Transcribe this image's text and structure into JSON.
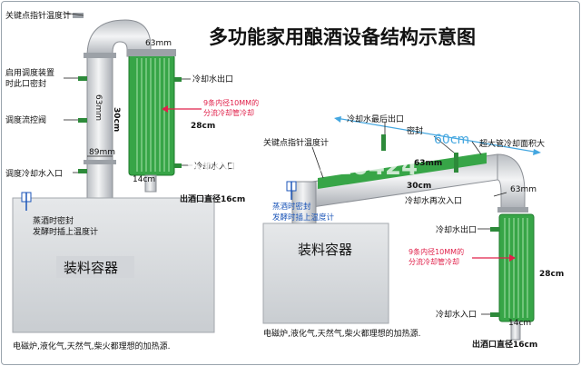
{
  "title": "多功能家用酿酒设备结构示意图",
  "watermark": "Store No: 410424",
  "colors": {
    "pipe": "#d4d7db",
    "condenser": "#37a547",
    "water": "#45a7e0",
    "highlight": "#e0204a",
    "note": "#1c56b8"
  },
  "left": {
    "thermometer_label": "关键点指针温度计",
    "pipe_diameter": "63mm",
    "enable_port_label_1": "启用调度装置",
    "enable_port_label_2": "时此口密封",
    "regulator_valve_label": "调度流控阀",
    "pipe_inner_label": "63mm",
    "length_label": "30cm",
    "width_label": "89mm",
    "cooling_inlet_label": "调度冷却水入口",
    "water_out_label": "冷却水出口",
    "tube_note_1": "9条内径10MM的",
    "tube_note_2": "分流冷却管冷却",
    "height_label": "28cm",
    "water_in_label": "冷却水入口",
    "base_width_label": "14cm",
    "outlet_label": "出酒口直径16cm",
    "seal_note_1": "蒸酒时密封",
    "seal_note_2": "发酵时插上温度计",
    "container_label": "装料容器",
    "heat_sources": "电磁炉,液化气,天然气,柴火都理想的加热源."
  },
  "right": {
    "final_outlet_label": "冷却水最后出口",
    "seal_label": "密封",
    "length_label": "60cm",
    "large_area_label": "超大管冷却面积大",
    "thermometer_label": "关键点指针温度计",
    "pipe_diameter": "63mm",
    "pipe_cm_label": "30cm",
    "reentry_label": "冷却水再次入口",
    "elbow_label": "63mm",
    "water_out_label": "冷却水出口",
    "tube_note_1": "9条内径10MM的",
    "tube_note_2": "分流冷却管冷却",
    "height_label": "28cm",
    "water_in_label": "冷却水入口",
    "base_width_label": "14cm",
    "outlet_label": "出酒口直径16cm",
    "seal_note_1": "蒸酒时密封",
    "seal_note_2": "发酵时插上温度计",
    "container_label": "装料容器",
    "heat_sources": "电磁炉,液化气,天然气,柴火都理想的加热源."
  }
}
